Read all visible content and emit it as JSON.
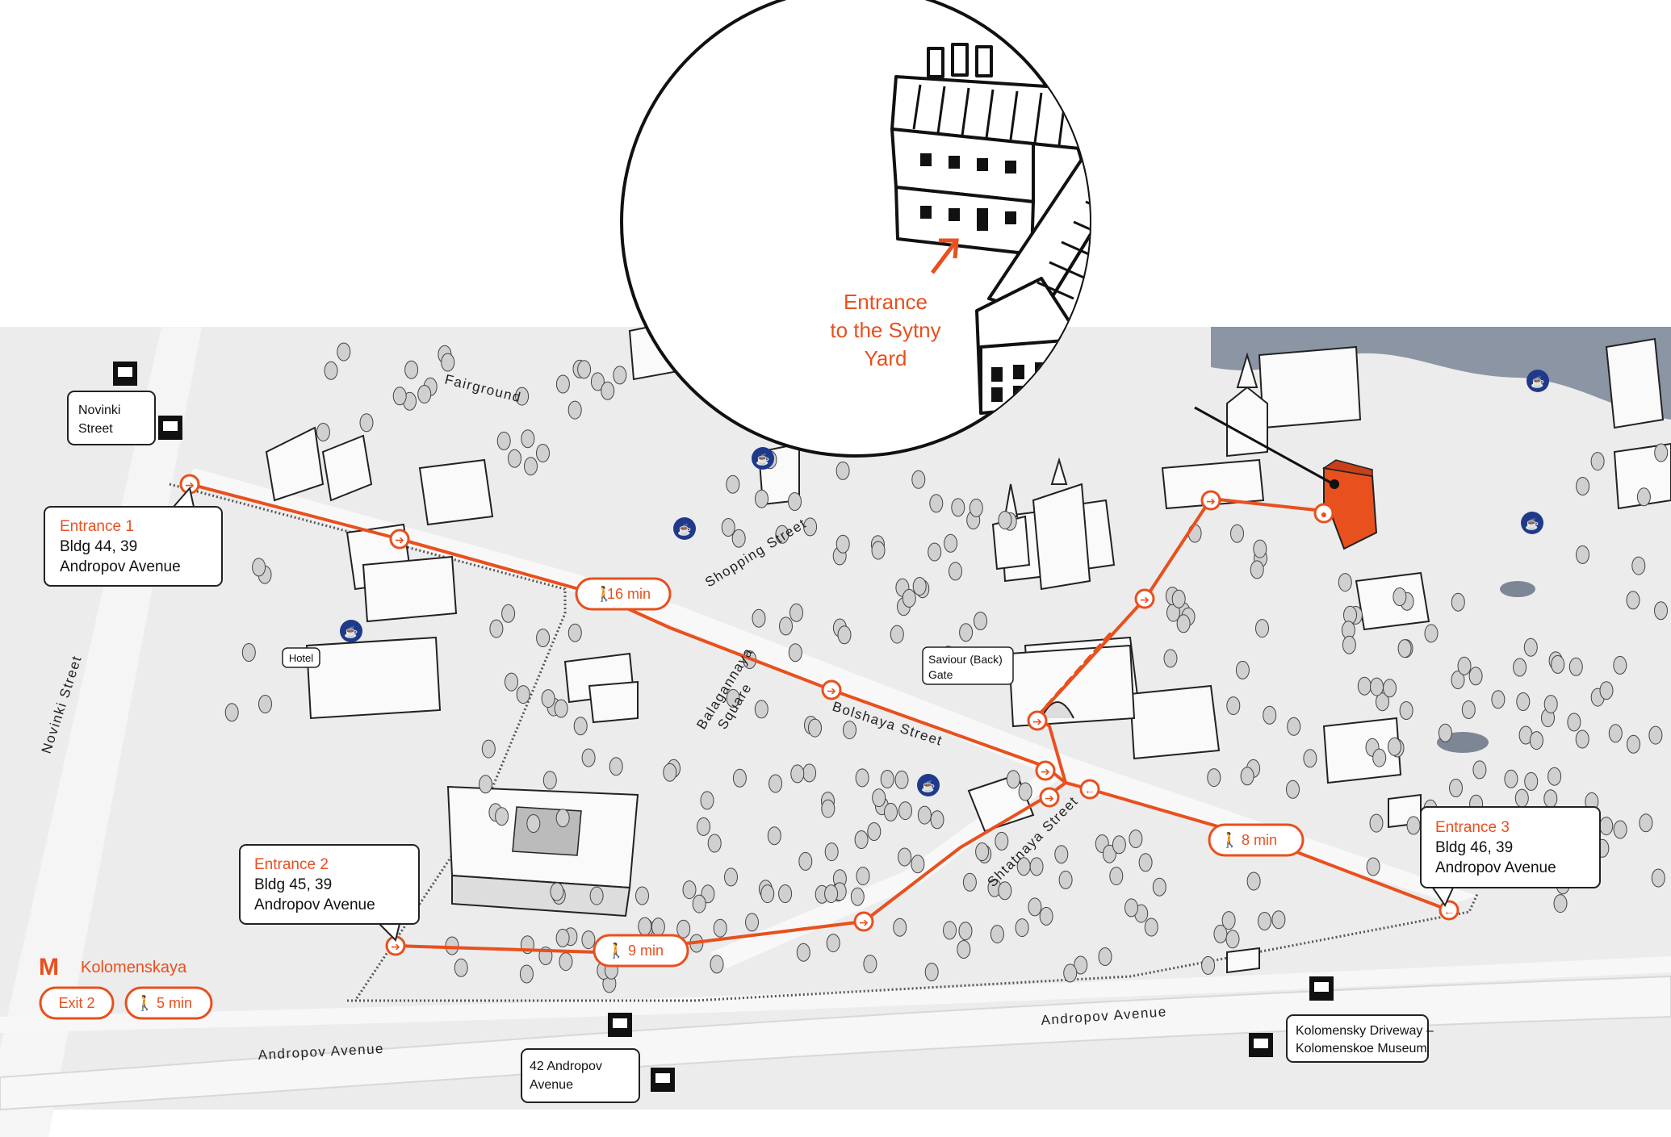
{
  "colors": {
    "route": "#e8501e",
    "highlight_building": "#e8501e",
    "ground": "#ebebeb",
    "road": "#ffffff",
    "water": "#8c95a3",
    "tree": "#c9c9c9",
    "cafe_icon": "#1f3a8a"
  },
  "icons": {
    "bus_stop": "bus-icon",
    "cafe": "cafe-icon",
    "metro": "metro-m-icon",
    "walk": "pedestrian-icon",
    "direction": "arrow-circle-icon"
  },
  "inset": {
    "title_line1": "Entrance",
    "title_line2": "to the Sytny",
    "title_line3": "Yard"
  },
  "entrances": [
    {
      "title": "Entrance 1",
      "line1": "Bldg 44, 39",
      "line2": "Andropov Avenue"
    },
    {
      "title": "Entrance 2",
      "line1": "Bldg 45, 39",
      "line2": "Andropov Avenue"
    },
    {
      "title": "Entrance 3",
      "line1": "Bldg 46, 39",
      "line2": "Andropov Avenue"
    }
  ],
  "walk_times": {
    "entrance1": "16 min",
    "entrance2": "9 min",
    "entrance3": "8 min",
    "metro": "5 min"
  },
  "metro": {
    "station": "Kolomenskaya",
    "exit": "Exit 2"
  },
  "bus_stops": [
    {
      "line1": "Novinki",
      "line2": "Street"
    },
    {
      "line1": "42 Andropov",
      "line2": "Avenue"
    },
    {
      "line1": "Kolomensky Driveway –",
      "line2": "Kolomenskoe Museum"
    }
  ],
  "streets": {
    "novinki": "Novinki Street",
    "andropov_left": "Andropov Avenue",
    "andropov_right": "Andropov Avenue",
    "bolshaya": "Bolshaya Street",
    "shtatnaya": "Shtatnaya Street",
    "shopping": "Shopping Street",
    "balagannaya_1": "Balagannaya",
    "balagannaya_2": "Square",
    "fairground": "Fairground"
  },
  "places": {
    "hotel": "Hotel",
    "saviour_gate_1": "Saviour (Back)",
    "saviour_gate_2": "Gate"
  }
}
